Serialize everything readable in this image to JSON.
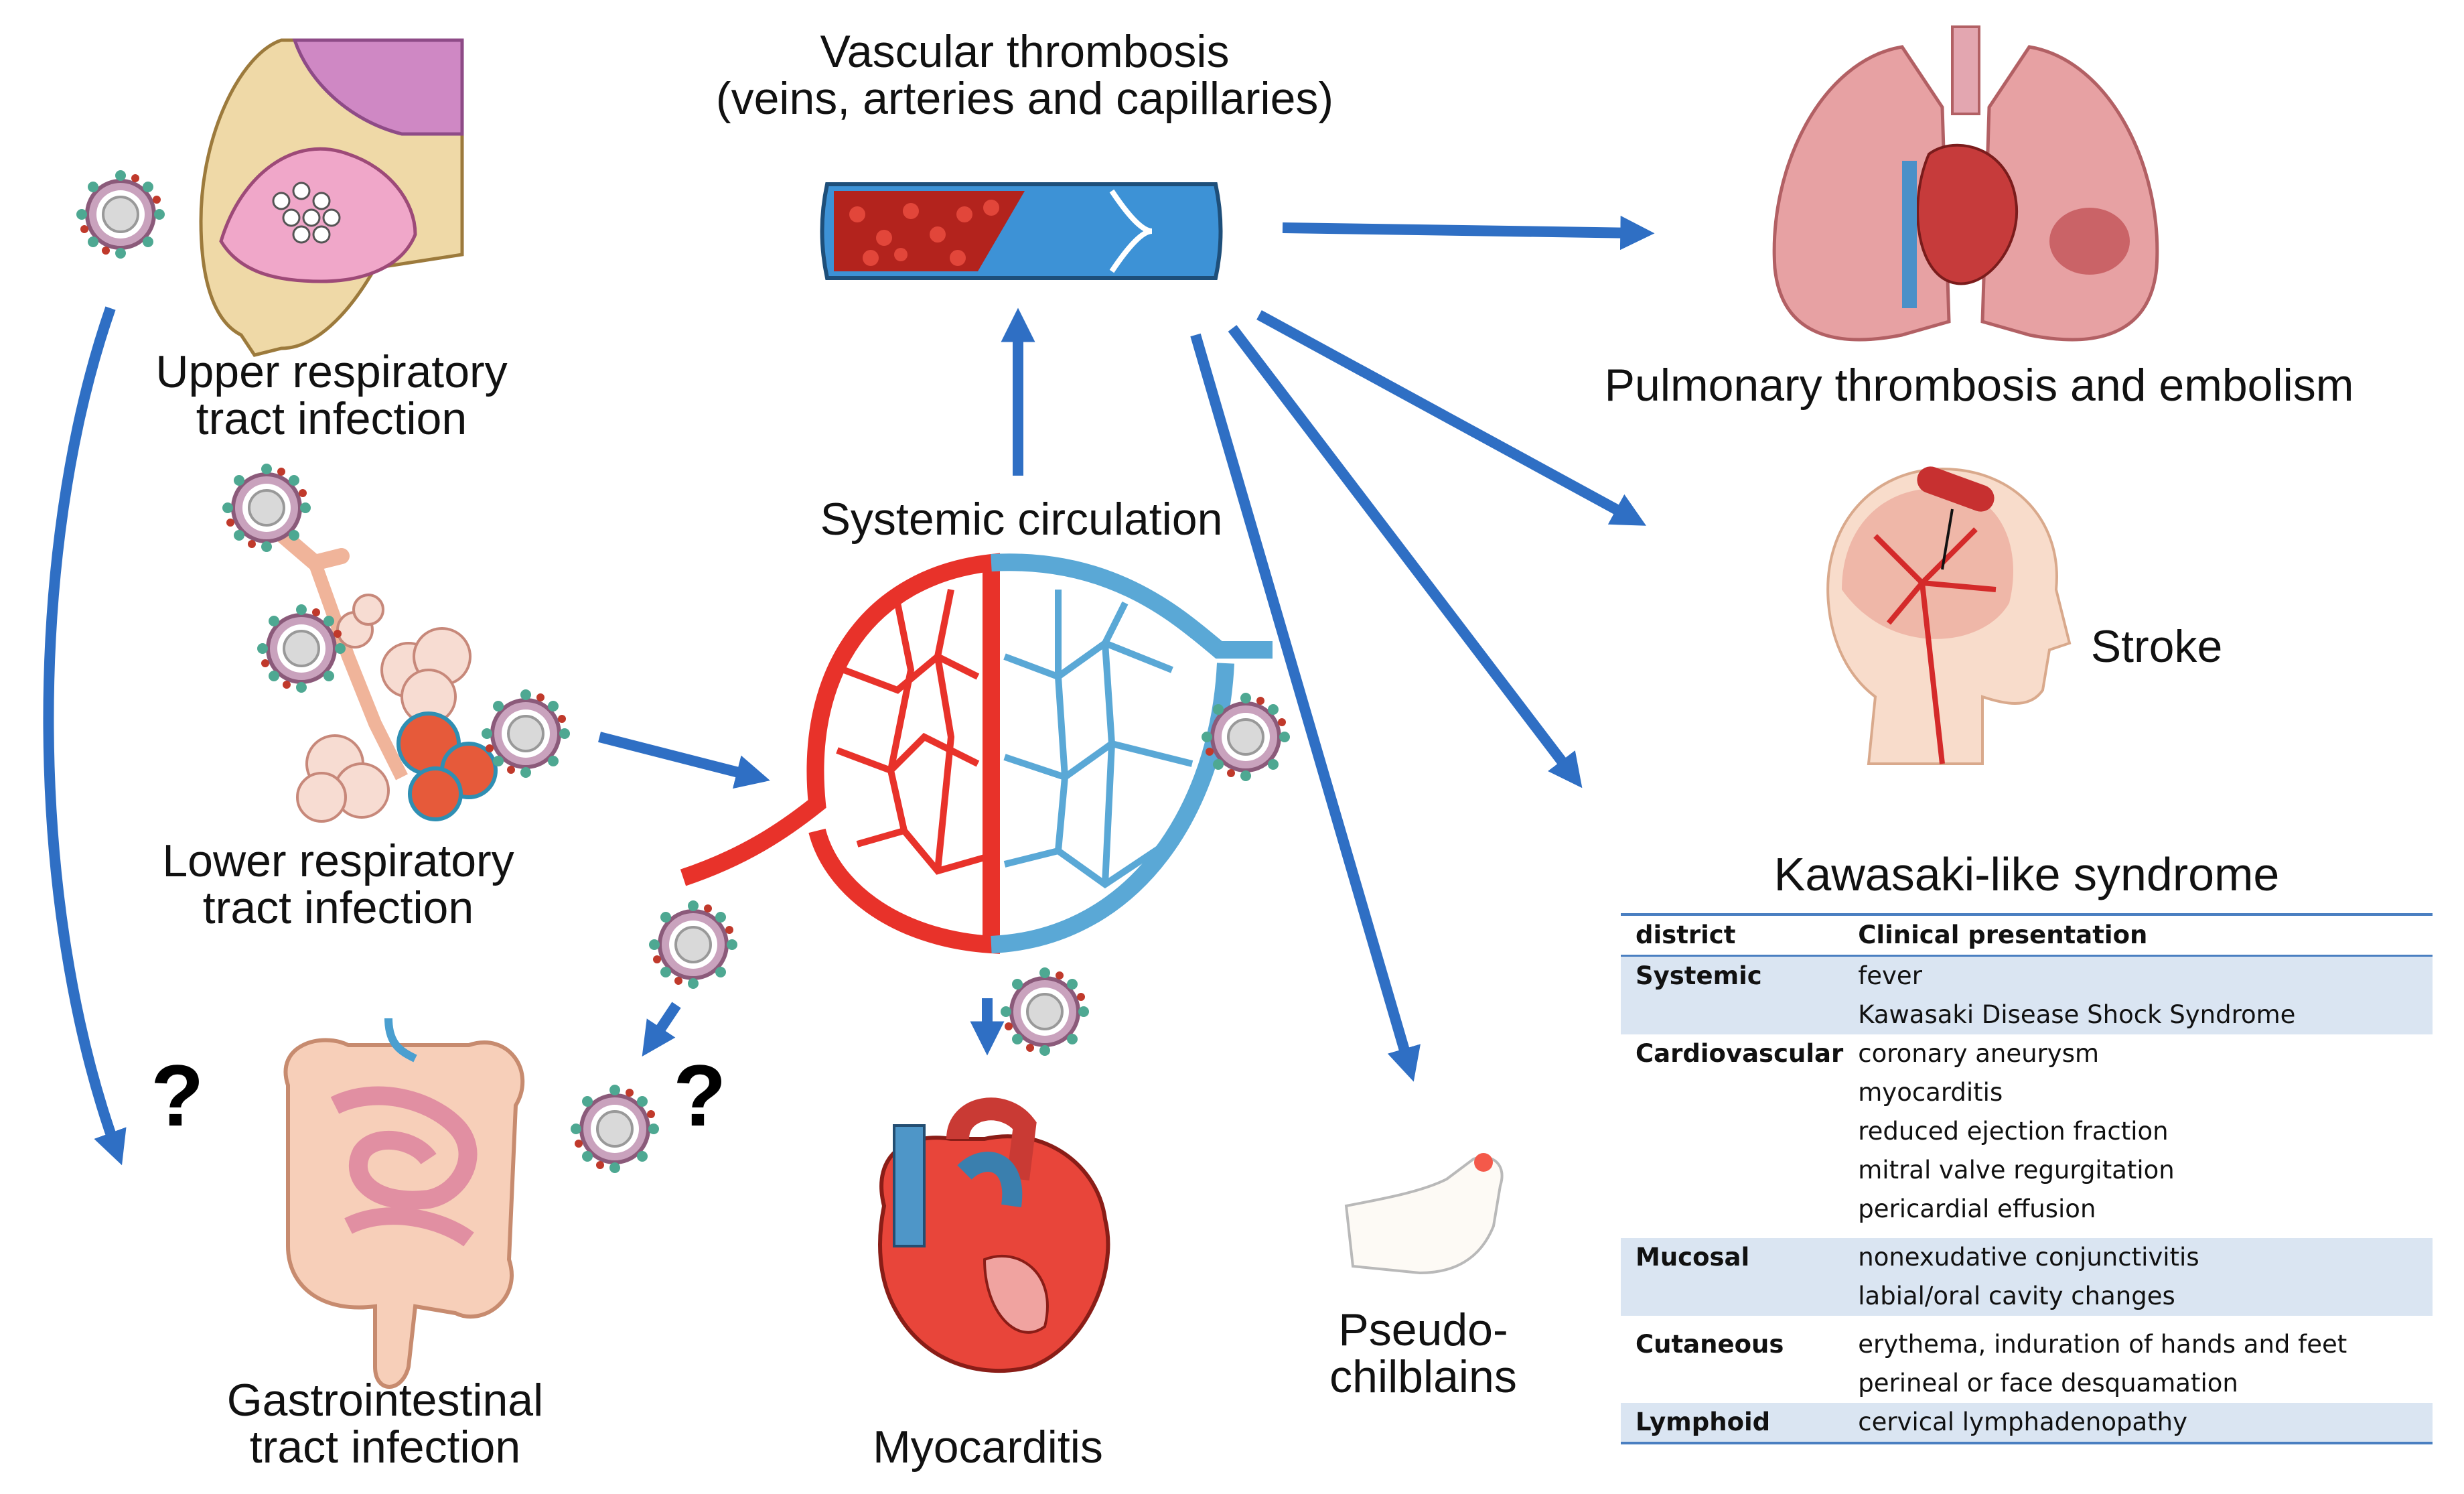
{
  "labels": {
    "vascular_thrombosis": [
      "Vascular thrombosis",
      "(veins, arteries and capillaries)"
    ],
    "pulmonary": "Pulmonary thrombosis and embolism",
    "stroke": "Stroke",
    "systemic_circulation": "Systemic circulation",
    "upper_respiratory": [
      "Upper respiratory",
      "tract infection"
    ],
    "lower_respiratory": [
      "Lower respiratory",
      "tract infection"
    ],
    "gastrointestinal": [
      "Gastrointestinal",
      "tract infection"
    ],
    "myocarditis": "Myocarditis",
    "pseudo_chilblains": [
      "Pseudo-",
      "chilblains"
    ],
    "question_mark": "?"
  },
  "kawasaki": {
    "title": "Kawasaki-like syndrome",
    "headers": [
      "district",
      "Clinical presentation"
    ],
    "rows": [
      {
        "district": "Systemic",
        "items": [
          "fever",
          "Kawasaki Disease Shock Syndrome"
        ],
        "shaded": true
      },
      {
        "district": "Cardiovascular",
        "items": [
          "coronary aneurysm",
          "myocarditis",
          "reduced ejection fraction",
          "mitral valve regurgitation",
          "pericardial effusion"
        ],
        "shaded": false
      },
      {
        "district": "Mucosal",
        "items": [
          "nonexudative conjunctivitis",
          "labial/oral cavity changes"
        ],
        "shaded": true
      },
      {
        "district": "Cutaneous",
        "items": [
          "erythema, induration of hands and feet",
          "perineal or face desquamation"
        ],
        "shaded": false
      },
      {
        "district": "Lymphoid",
        "items": [
          "cervical lymphadenopathy"
        ],
        "shaded": true
      }
    ]
  },
  "colors": {
    "arrow": "#2f6fc4",
    "artery": "#e8322a",
    "vein": "#5aa8d6",
    "virus_spike": "#4ea892",
    "virus_core": "#b98aa9",
    "table_shade": "#dae5f2",
    "table_rule": "#4a7fc1"
  }
}
